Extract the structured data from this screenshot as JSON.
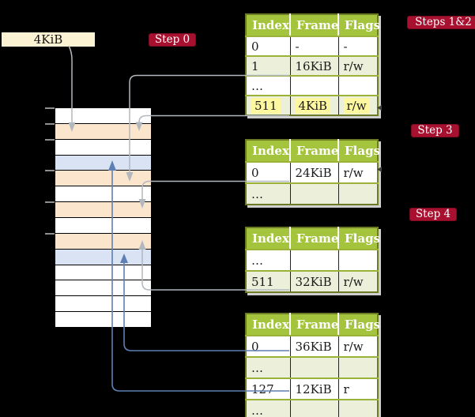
{
  "colors": {
    "badge_red": "#a8102f",
    "header_green": "#a5c43e",
    "row_green": "#ecf0da",
    "olive_border": "#6d7b26",
    "separator_green": "#99b237",
    "highlight_yellow": "#fdf8a0",
    "cream": "#fbf2d3",
    "mem_orange": "#fbe5cc",
    "mem_blue": "#d9e3f3",
    "arrow_gray": "#b3b8bf",
    "arrow_blue": "#5e7fb3",
    "tick_gray": "#8f8f8f",
    "text_dark": "#1a1a1a"
  },
  "label_box": {
    "text": "4KiB"
  },
  "badges": [
    {
      "label": "Step 0"
    },
    {
      "label": "Steps 1&2"
    },
    {
      "label": "Step 3"
    },
    {
      "label": "Step 4"
    }
  ],
  "memory_column": {
    "rows": [
      {
        "color": "white"
      },
      {
        "color": "orange"
      },
      {
        "color": "white"
      },
      {
        "color": "blue"
      },
      {
        "color": "orange"
      },
      {
        "color": "white"
      },
      {
        "color": "orange"
      },
      {
        "color": "white"
      },
      {
        "color": "orange"
      },
      {
        "color": "blue"
      },
      {
        "color": "white"
      },
      {
        "color": "white"
      },
      {
        "color": "white"
      },
      {
        "color": "white"
      }
    ]
  },
  "tables": [
    {
      "headers": [
        "Index",
        "Frame",
        "Flags"
      ],
      "rows": [
        {
          "cells": [
            "0",
            "-",
            "-"
          ]
        },
        {
          "cells": [
            "1",
            "16KiB",
            "r/w"
          ]
        },
        {
          "cells": [
            "…",
            "",
            ""
          ]
        },
        {
          "cells": [
            "511",
            "4KiB",
            "r/w"
          ],
          "highlight": true
        }
      ]
    },
    {
      "headers": [
        "Index",
        "Frame",
        "Flags"
      ],
      "rows": [
        {
          "cells": [
            "0",
            "24KiB",
            "r/w"
          ]
        },
        {
          "cells": [
            "…",
            "",
            ""
          ]
        }
      ]
    },
    {
      "headers": [
        "Index",
        "Frame",
        "Flags"
      ],
      "rows": [
        {
          "cells": [
            "…",
            "",
            ""
          ]
        },
        {
          "cells": [
            "511",
            "32KiB",
            "r/w"
          ]
        }
      ]
    },
    {
      "headers": [
        "Index",
        "Frame",
        "Flags"
      ],
      "rows": [
        {
          "cells": [
            "0",
            "36KiB",
            "r/w"
          ]
        },
        {
          "cells": [
            "…",
            "",
            ""
          ]
        },
        {
          "cells": [
            "127",
            "12KiB",
            "r"
          ]
        },
        {
          "cells": [
            "…",
            "",
            ""
          ]
        }
      ]
    }
  ]
}
